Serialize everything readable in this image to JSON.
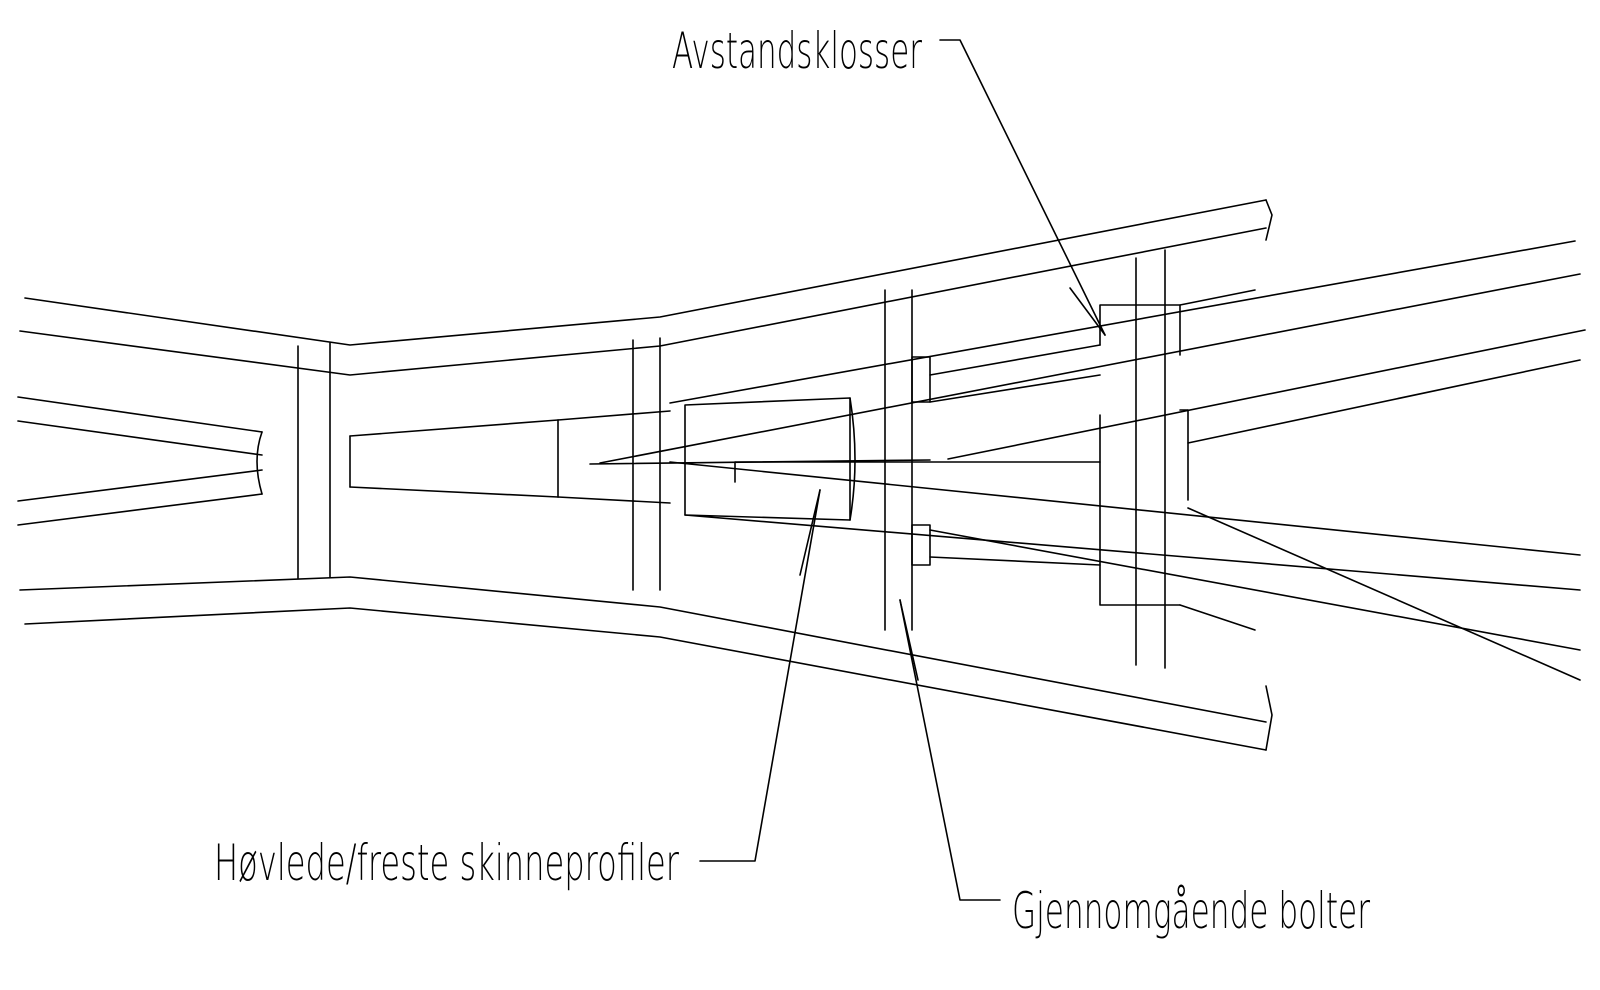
{
  "labels": {
    "spacer_blocks": "Avstandsklosser",
    "planed_rail_profiles": "Høvlede/freste skinneprofiler",
    "through_bolts": "Gjennomgående bolter"
  },
  "colors": {
    "line": "#000000",
    "background": "#ffffff"
  }
}
